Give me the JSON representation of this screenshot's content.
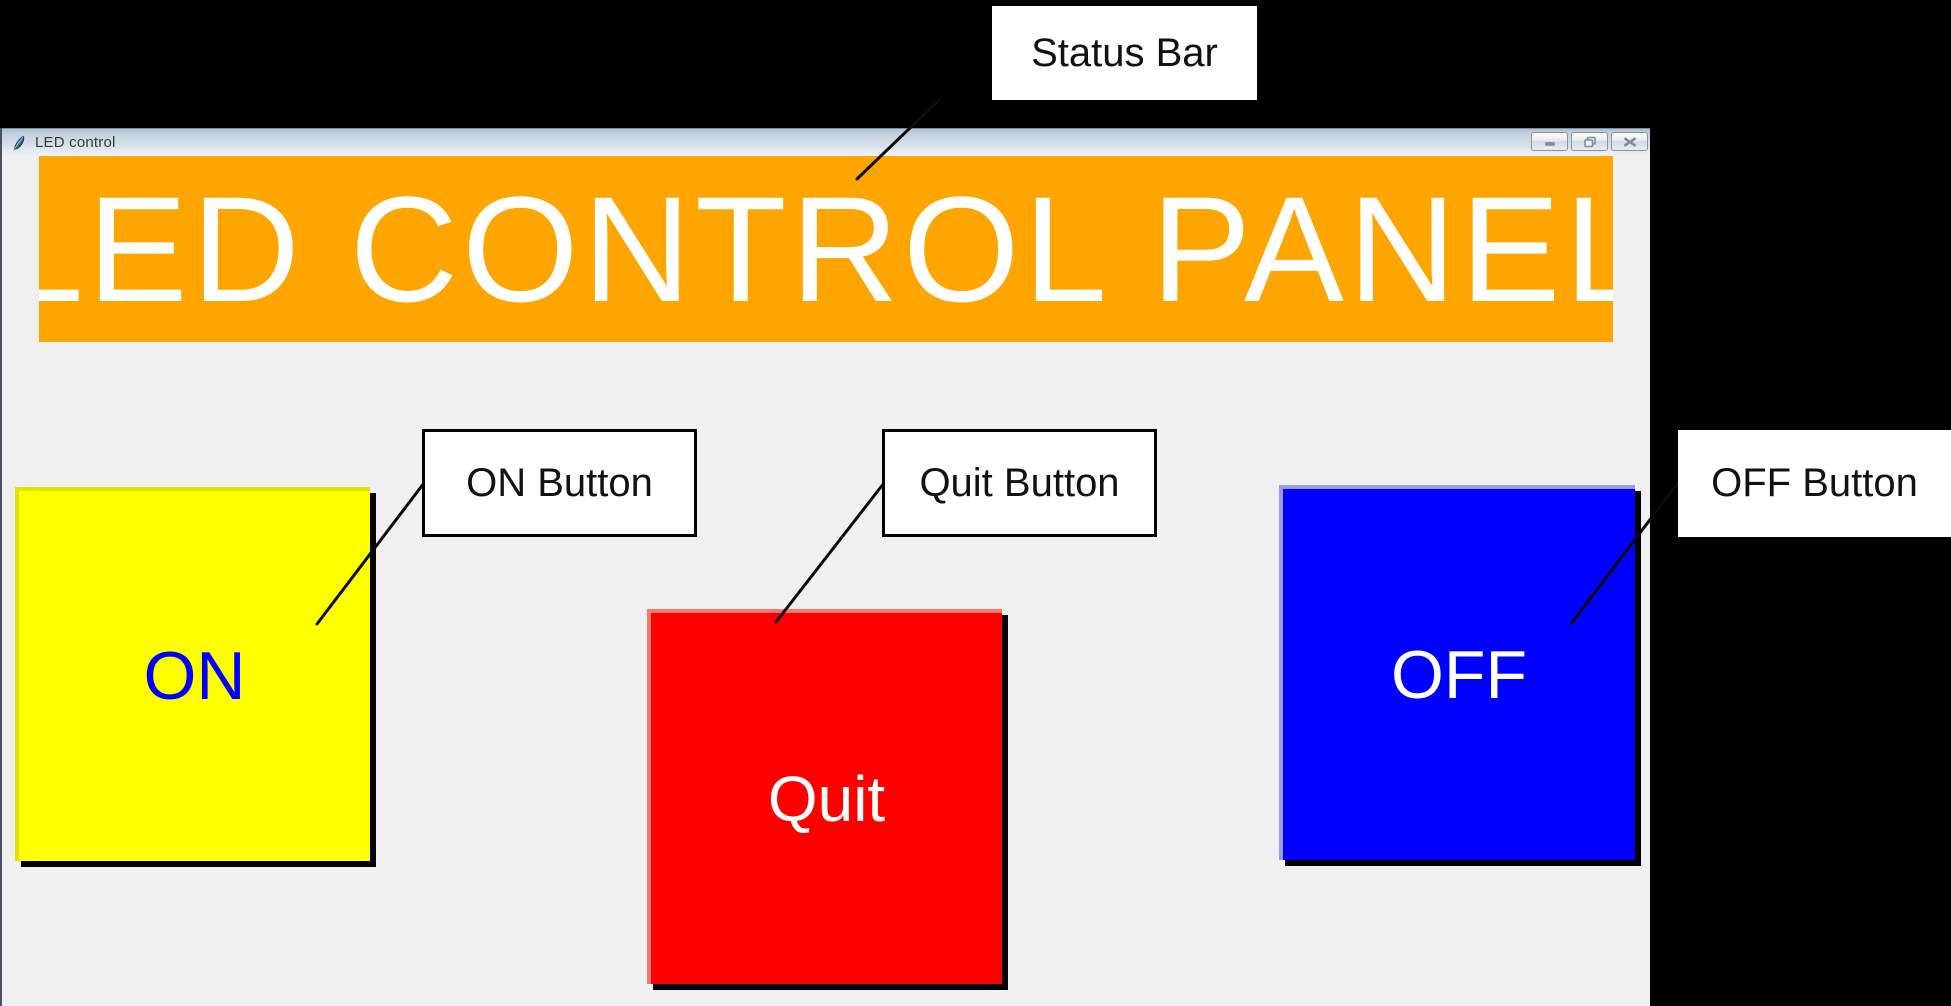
{
  "window": {
    "title": "LED control",
    "banner": {
      "text": "LED CONTROL PANEL",
      "bg": "#FFA500",
      "fg": "#FFFFFF"
    },
    "buttons": {
      "on": {
        "label": "ON",
        "bg": "#FFFF00",
        "fg": "#0000FF"
      },
      "quit": {
        "label": "Quit",
        "bg": "#FF0000",
        "fg": "#FFFFFF"
      },
      "off": {
        "label": "OFF",
        "bg": "#0000FF",
        "fg": "#FFFFFF"
      }
    }
  },
  "annotations": {
    "status_bar": "Status Bar",
    "on_button": "ON Button",
    "quit_button": "Quit Button",
    "off_button": "OFF Button"
  },
  "colors": {
    "backdrop": "#000000",
    "window_bg": "#F0F0F0",
    "titlebar_top": "#AEBFD0",
    "titlebar_bottom": "#EEF2F6",
    "callout_bg": "#FFFFFF",
    "callout_border": "#000000",
    "button_shadow": "#000000"
  }
}
